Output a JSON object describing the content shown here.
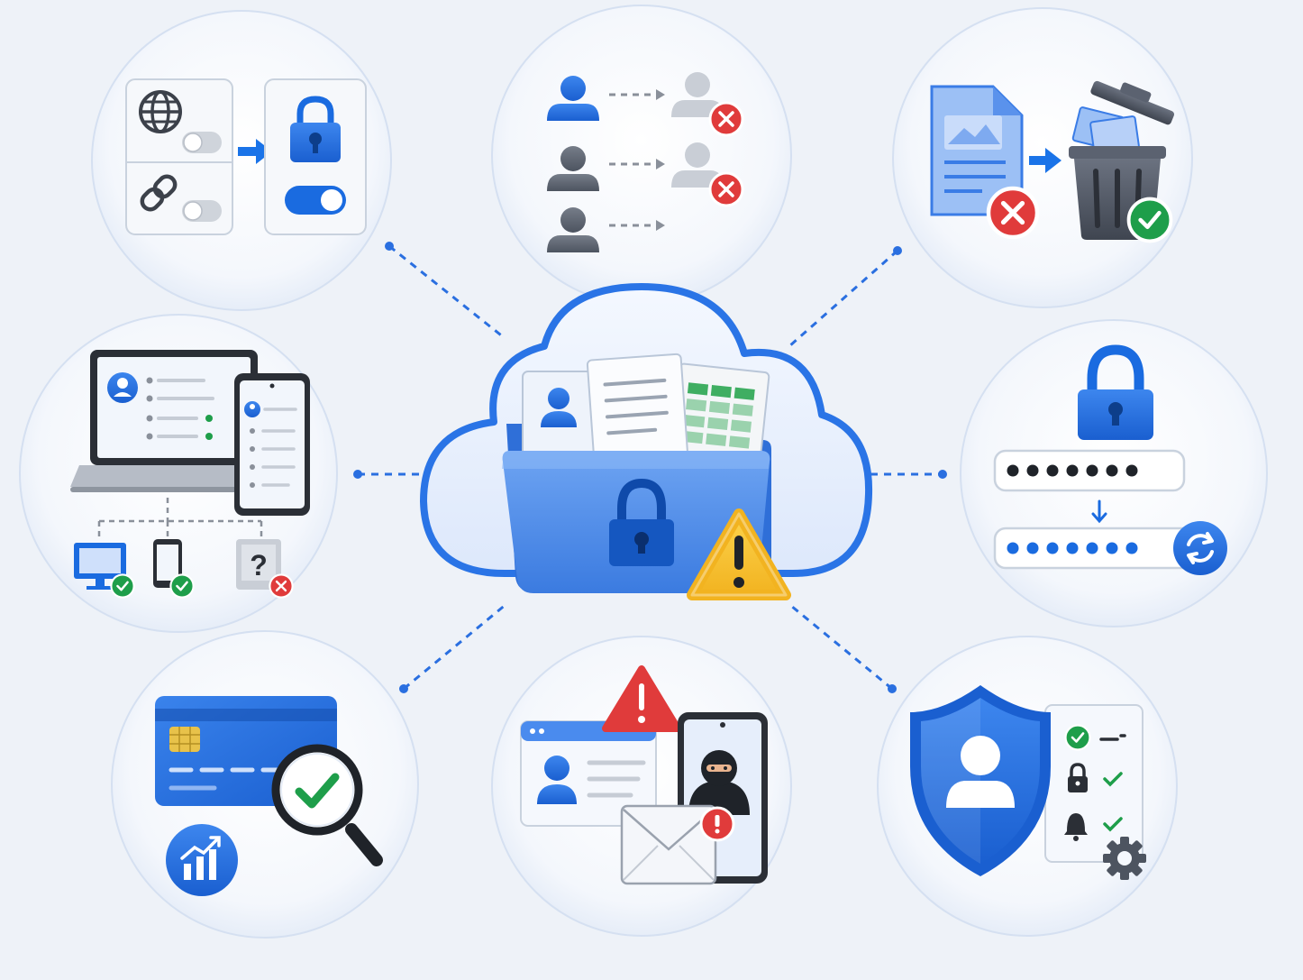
{
  "diagram": {
    "center": {
      "name": "cloud-folder-hub",
      "icons": [
        "cloud-icon",
        "folder-icon",
        "lock-icon",
        "warning-icon",
        "id-card-icon",
        "document-icon",
        "spreadsheet-icon"
      ]
    },
    "nodes": [
      {
        "id": "sharing-settings",
        "icons": [
          "globe-icon",
          "link-icon",
          "toggle-off-icon",
          "arrow-right-icon",
          "lock-icon",
          "toggle-on-icon"
        ]
      },
      {
        "id": "user-access-revoke",
        "icons": [
          "user-icon",
          "dashed-arrow-icon",
          "user-removed-icon",
          "x-badge-icon"
        ]
      },
      {
        "id": "file-deletion",
        "icons": [
          "document-icon",
          "x-badge-icon",
          "arrow-right-icon",
          "trash-icon",
          "check-badge-icon"
        ]
      },
      {
        "id": "device-management",
        "icons": [
          "laptop-icon",
          "phone-icon",
          "monitor-icon",
          "unknown-device-icon",
          "check-badge-icon",
          "x-badge-icon"
        ]
      },
      {
        "id": "password-change",
        "icons": [
          "lock-icon",
          "password-field-icon",
          "arrow-down-icon",
          "refresh-icon"
        ]
      },
      {
        "id": "billing-check",
        "icons": [
          "credit-card-icon",
          "magnifier-icon",
          "check-icon",
          "chart-icon"
        ]
      },
      {
        "id": "phishing-alert",
        "icons": [
          "alert-icon",
          "profile-card-icon",
          "phone-icon",
          "hacker-icon",
          "envelope-icon"
        ]
      },
      {
        "id": "account-protection",
        "icons": [
          "shield-icon",
          "user-icon",
          "checklist-icon",
          "lock-icon",
          "bell-icon",
          "gear-icon"
        ]
      }
    ],
    "palette": {
      "background": "#eef2f8",
      "primary_blue": "#1a73e8",
      "dark_blue": "#1557c0",
      "light_blue": "#dbe7fb",
      "success_green": "#1e9e4a",
      "error_red": "#e03b3b",
      "warning_yellow": "#f6c333",
      "gray_user": "#5f6672"
    }
  }
}
